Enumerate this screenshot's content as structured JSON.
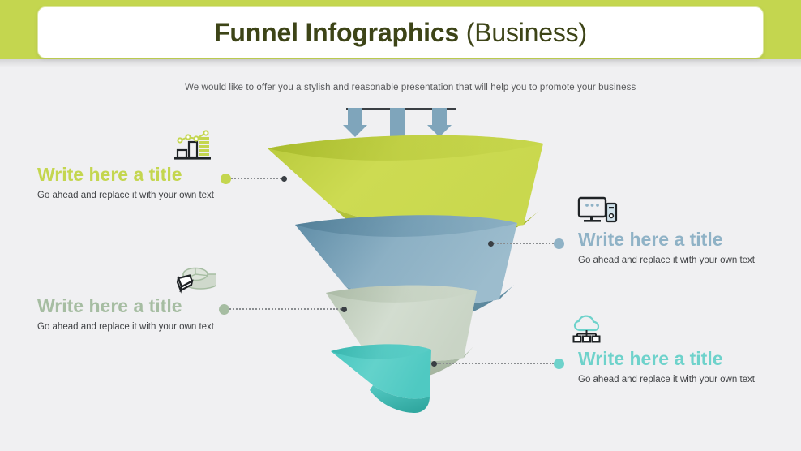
{
  "slide": {
    "background_color": "#f0f0f2",
    "header_band_color": "#c4d64f",
    "title_bold": "Funnel Infographics",
    "title_regular": " (Business)",
    "subtitle": "We would like to offer you a stylish and reasonable presentation that will help you to promote your business"
  },
  "arrows": {
    "count": 3,
    "color": "#7fa5bb",
    "rail_color": "#3a3f44"
  },
  "funnel": {
    "segments": [
      {
        "name": "segment-green",
        "color_light": "#cddb52",
        "color_dark": "#9aad1e"
      },
      {
        "name": "segment-blue",
        "color_light": "#8fb2c6",
        "color_dark": "#4f7f98"
      },
      {
        "name": "segment-sage",
        "color_light": "#cfd9cc",
        "color_dark": "#9aab94"
      },
      {
        "name": "segment-teal",
        "color_light": "#5ecfc8",
        "color_dark": "#2aa79f"
      }
    ]
  },
  "items": [
    {
      "id": "item-1",
      "side": "left",
      "icon": "bar-chart-trend-icon",
      "title": "Write here a title",
      "body": "Go ahead and replace it with your own text",
      "accent": "#c4d64f"
    },
    {
      "id": "item-2",
      "side": "right",
      "icon": "desktop-monitor-icon",
      "title": "Write here a title",
      "body": "Go ahead and replace it with your own text",
      "accent": "#8fb2c6"
    },
    {
      "id": "item-3",
      "side": "left",
      "icon": "pie-chart-3d-icon",
      "title": "Write here a title",
      "body": "Go ahead and replace it with your own text",
      "accent": "#a6bda2"
    },
    {
      "id": "item-4",
      "side": "right",
      "icon": "cloud-network-icon",
      "title": "Write here a title",
      "body": "Go ahead and replace it with your own text",
      "accent": "#6ed2cb"
    }
  ]
}
